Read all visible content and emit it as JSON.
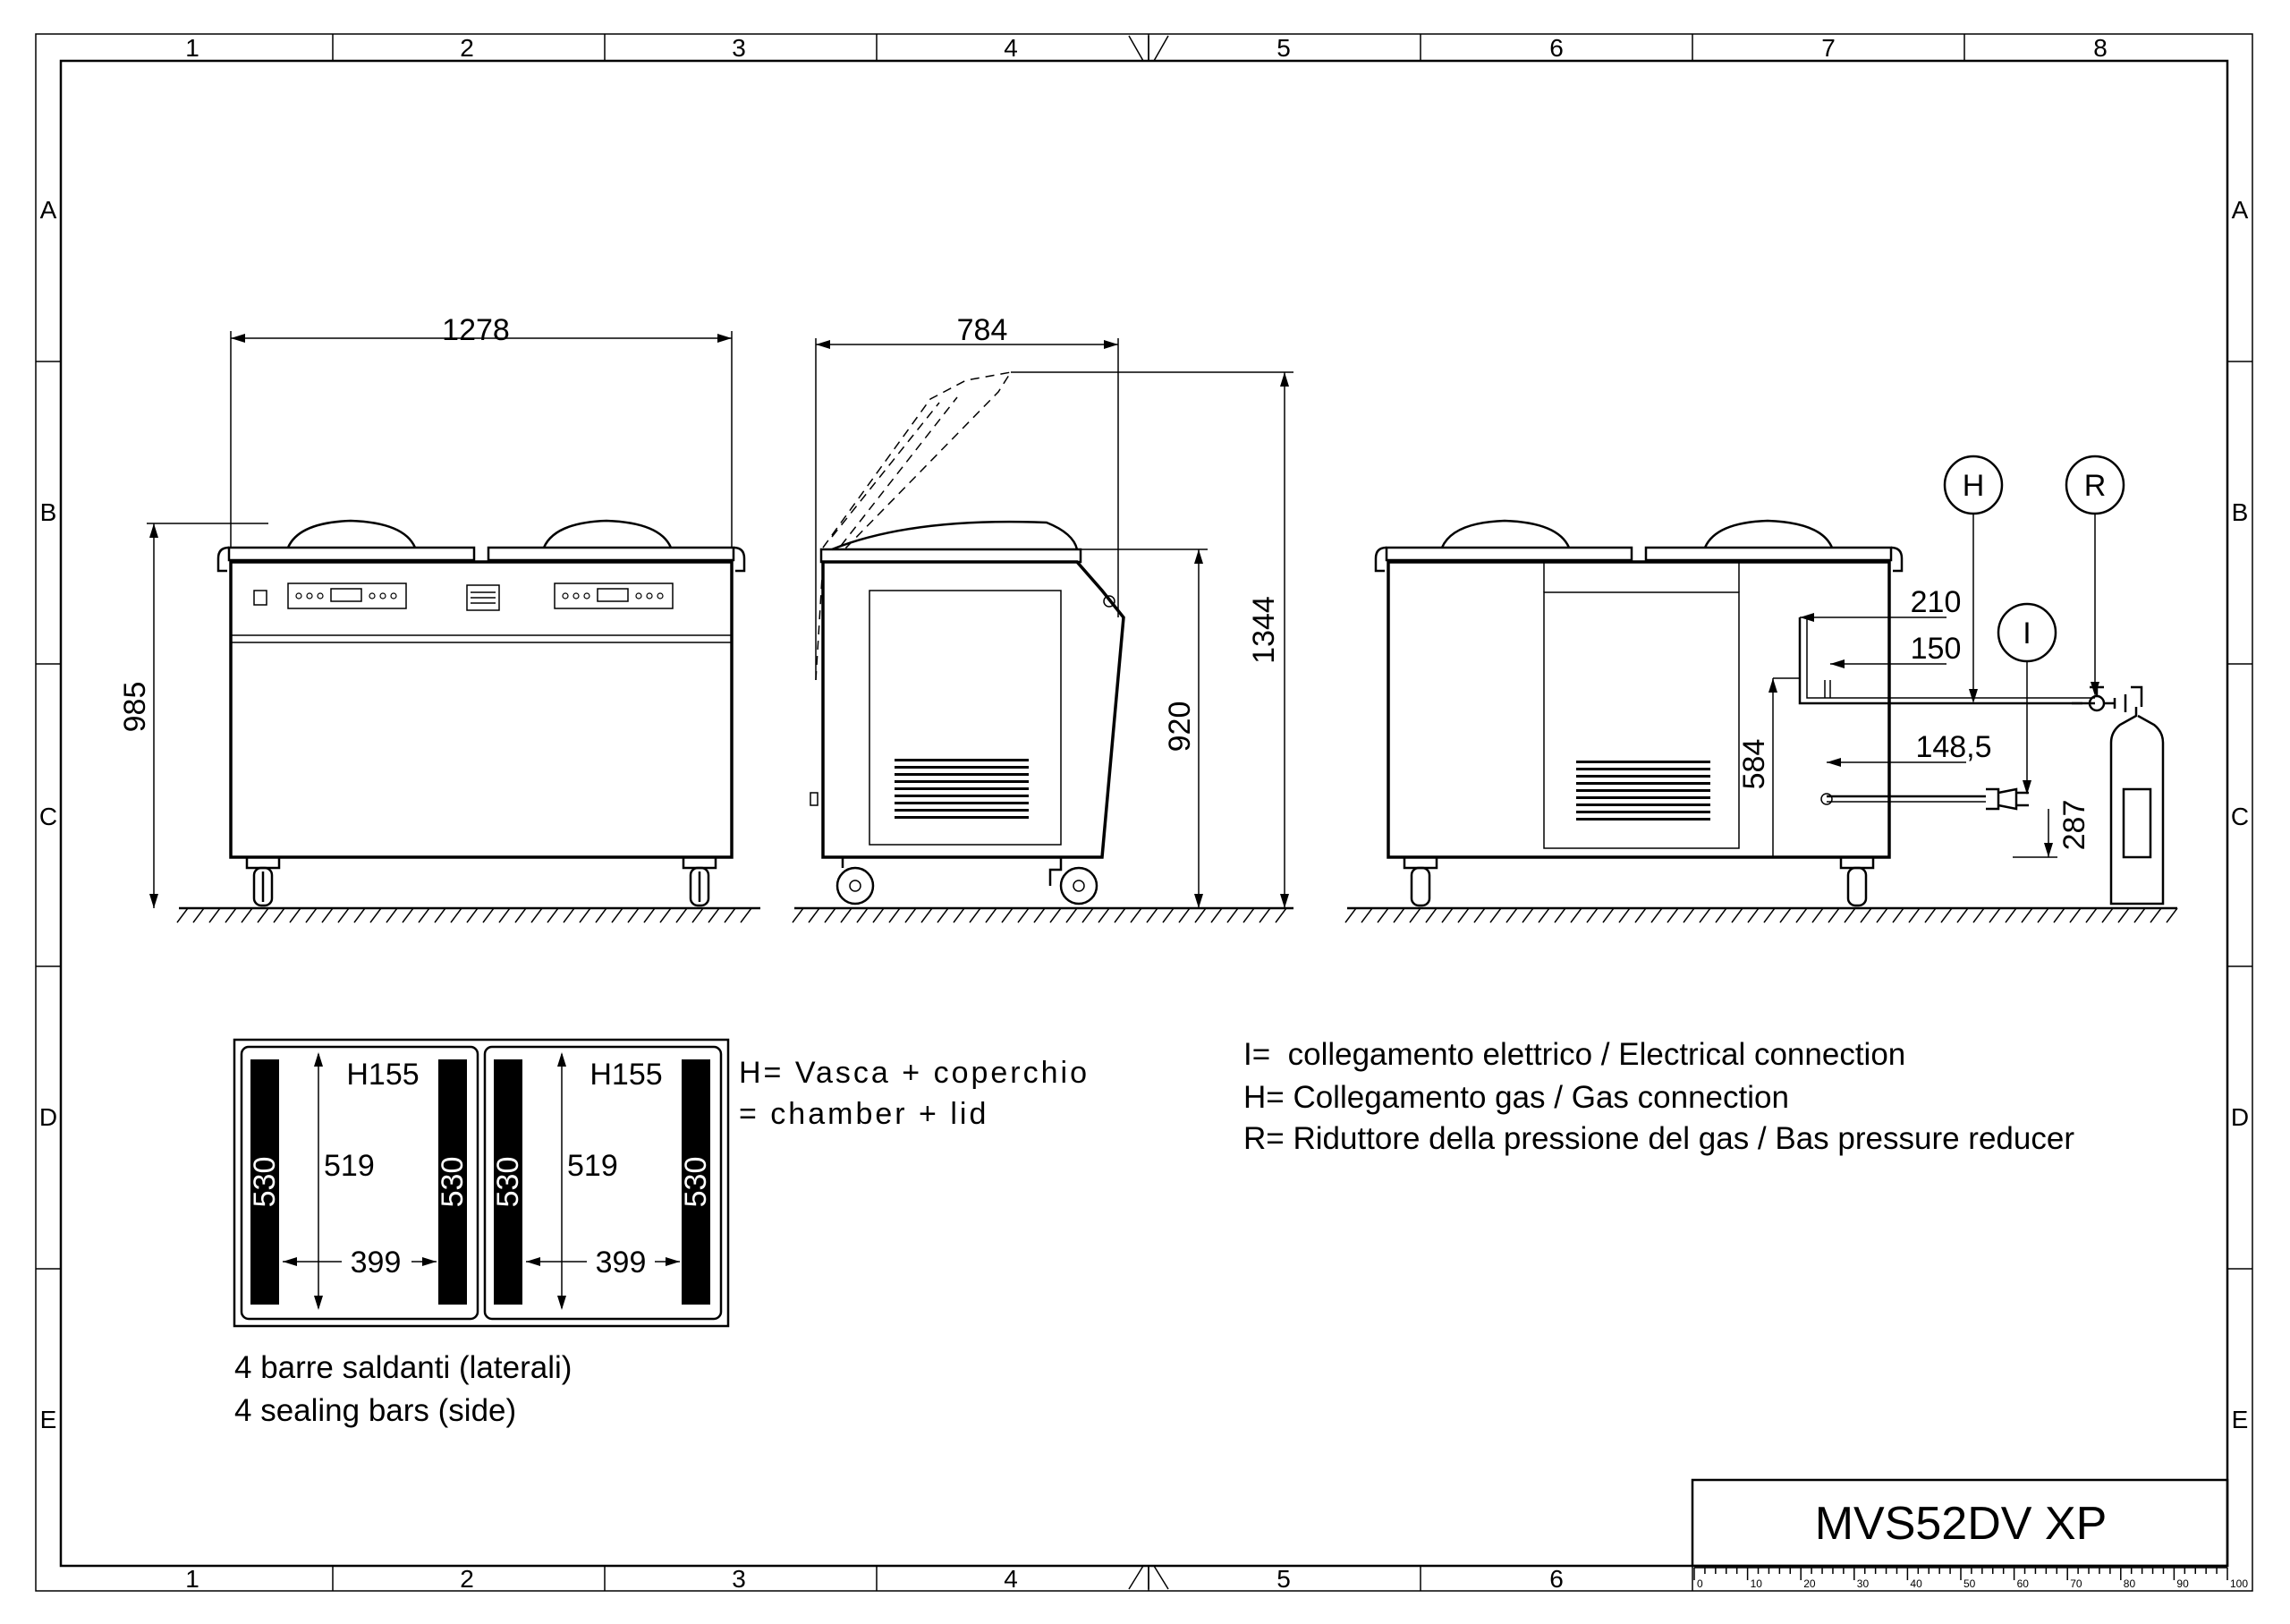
{
  "frame": {
    "columns": [
      "1",
      "2",
      "3",
      "4",
      "5",
      "6",
      "7",
      "8"
    ],
    "rows": [
      "A",
      "B",
      "C",
      "D",
      "E"
    ]
  },
  "dimensions": {
    "front_width": "1278",
    "front_height": "985",
    "side_depth": "784",
    "side_table_height": "920",
    "side_lid_open_height": "1344",
    "rear_h_offset": "210",
    "rear_r_offset": "150",
    "rear_i_offset": "148,5",
    "rear_gas_height": "584",
    "rear_plug_height": "287"
  },
  "callouts": {
    "h": "H",
    "r": "R",
    "i": "I"
  },
  "chamber": {
    "height_label": "H155",
    "length": "519",
    "width": "399",
    "bar_length": "530"
  },
  "chamber_note": {
    "line1": "H= Vasca + coperchio",
    "line2": "= chamber + lid"
  },
  "legend": {
    "i": "I=  collegamento elettrico / Electrical connection",
    "h": "H= Collegamento gas / Gas connection",
    "r": "R= Riduttore della pressione del gas / Bas pressure reducer"
  },
  "sealing_bars": {
    "line1": "4 barre saldanti (laterali)",
    "line2": "4 sealing bars (side)"
  },
  "title_block": {
    "model": "MVS52DV XP",
    "scale_ticks": [
      "0",
      "10",
      "20",
      "30",
      "40",
      "50",
      "60",
      "70",
      "80",
      "90",
      "100"
    ]
  }
}
